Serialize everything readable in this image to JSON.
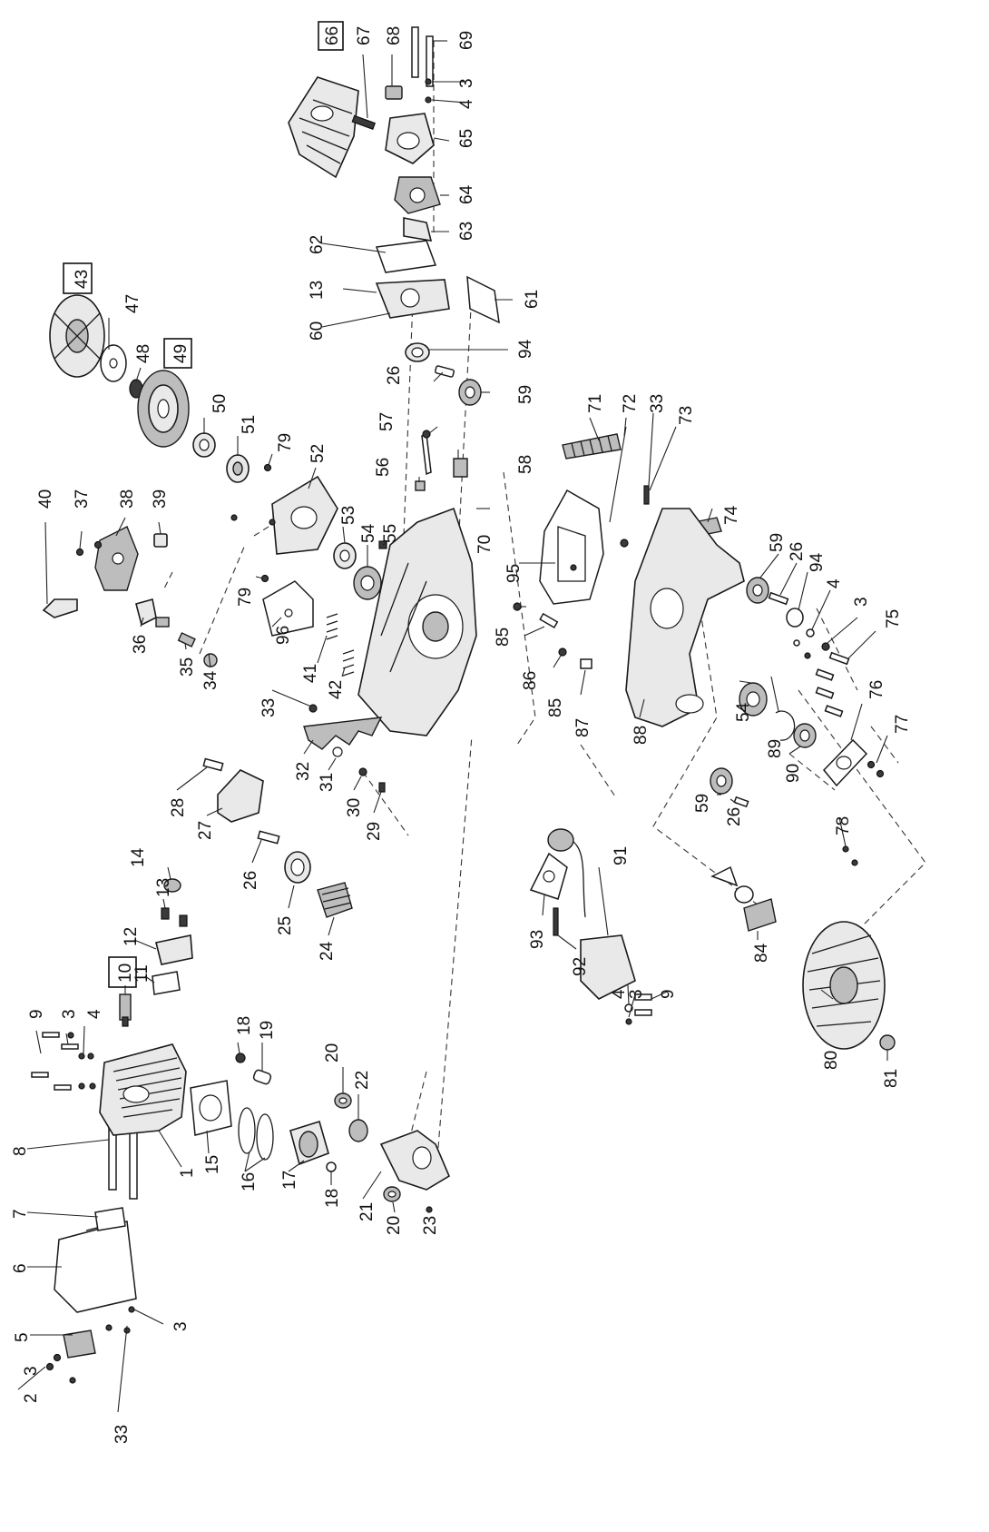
{
  "diagram": {
    "type": "exploded-parts-view",
    "orientation": "rotated-90",
    "callouts": [
      {
        "id": "c2",
        "text": "2",
        "boxed": false
      },
      {
        "id": "c3a",
        "text": "3",
        "boxed": false
      },
      {
        "id": "c33a",
        "text": "33",
        "boxed": false
      },
      {
        "id": "c5",
        "text": "5",
        "boxed": false
      },
      {
        "id": "c3b",
        "text": "3",
        "boxed": false
      },
      {
        "id": "c6",
        "text": "6",
        "boxed": false
      },
      {
        "id": "c1",
        "text": "1",
        "boxed": false
      },
      {
        "id": "c7",
        "text": "7",
        "boxed": false
      },
      {
        "id": "c8",
        "text": "8",
        "boxed": false
      },
      {
        "id": "c9a",
        "text": "9",
        "boxed": false
      },
      {
        "id": "c3c",
        "text": "3",
        "boxed": false
      },
      {
        "id": "c4a",
        "text": "4",
        "boxed": false
      },
      {
        "id": "c10",
        "text": "10",
        "boxed": true
      },
      {
        "id": "c11",
        "text": "11",
        "boxed": false
      },
      {
        "id": "c12",
        "text": "12",
        "boxed": false
      },
      {
        "id": "c13a",
        "text": "13",
        "boxed": false
      },
      {
        "id": "c14",
        "text": "14",
        "boxed": false
      },
      {
        "id": "c15",
        "text": "15",
        "boxed": false
      },
      {
        "id": "c16",
        "text": "16",
        "boxed": false
      },
      {
        "id": "c17",
        "text": "17",
        "boxed": false
      },
      {
        "id": "c18a",
        "text": "18",
        "boxed": false
      },
      {
        "id": "c18b",
        "text": "18",
        "boxed": false
      },
      {
        "id": "c19",
        "text": "19",
        "boxed": false
      },
      {
        "id": "c20a",
        "text": "20",
        "boxed": false
      },
      {
        "id": "c20b",
        "text": "20",
        "boxed": false
      },
      {
        "id": "c21",
        "text": "21",
        "boxed": false
      },
      {
        "id": "c22",
        "text": "22",
        "boxed": false
      },
      {
        "id": "c23",
        "text": "23",
        "boxed": false
      },
      {
        "id": "c24",
        "text": "24",
        "boxed": false
      },
      {
        "id": "c25",
        "text": "25",
        "boxed": false
      },
      {
        "id": "c26a",
        "text": "26",
        "boxed": false
      },
      {
        "id": "c27",
        "text": "27",
        "boxed": false
      },
      {
        "id": "c28",
        "text": "28",
        "boxed": false
      },
      {
        "id": "c29",
        "text": "29",
        "boxed": false
      },
      {
        "id": "c30",
        "text": "30",
        "boxed": false
      },
      {
        "id": "c31",
        "text": "31",
        "boxed": false
      },
      {
        "id": "c32",
        "text": "32",
        "boxed": false
      },
      {
        "id": "c33b",
        "text": "33",
        "boxed": false
      },
      {
        "id": "c34",
        "text": "34",
        "boxed": false
      },
      {
        "id": "c35",
        "text": "35",
        "boxed": false
      },
      {
        "id": "c36",
        "text": "36",
        "boxed": false
      },
      {
        "id": "c37",
        "text": "37",
        "boxed": false
      },
      {
        "id": "c38",
        "text": "38",
        "boxed": false
      },
      {
        "id": "c39",
        "text": "39",
        "boxed": false
      },
      {
        "id": "c40",
        "text": "40",
        "boxed": false
      },
      {
        "id": "c41",
        "text": "41",
        "boxed": false
      },
      {
        "id": "c42",
        "text": "42",
        "boxed": false
      },
      {
        "id": "c43",
        "text": "43",
        "boxed": true
      },
      {
        "id": "c47",
        "text": "47",
        "boxed": false
      },
      {
        "id": "c48",
        "text": "48",
        "boxed": false
      },
      {
        "id": "c49",
        "text": "49",
        "boxed": true
      },
      {
        "id": "c50",
        "text": "50",
        "boxed": false
      },
      {
        "id": "c51",
        "text": "51",
        "boxed": false
      },
      {
        "id": "c52",
        "text": "52",
        "boxed": false
      },
      {
        "id": "c53",
        "text": "53",
        "boxed": false
      },
      {
        "id": "c54a",
        "text": "54",
        "boxed": false
      },
      {
        "id": "c55",
        "text": "55",
        "boxed": false
      },
      {
        "id": "c56",
        "text": "56",
        "boxed": false
      },
      {
        "id": "c57",
        "text": "57",
        "boxed": false
      },
      {
        "id": "c58",
        "text": "58",
        "boxed": false
      },
      {
        "id": "c79a",
        "text": "79",
        "boxed": false
      },
      {
        "id": "c79b",
        "text": "79",
        "boxed": false
      },
      {
        "id": "c96",
        "text": "96",
        "boxed": false
      },
      {
        "id": "c26b",
        "text": "26",
        "boxed": false
      },
      {
        "id": "c59a",
        "text": "59",
        "boxed": false
      },
      {
        "id": "c60",
        "text": "60",
        "boxed": false
      },
      {
        "id": "c13b",
        "text": "13",
        "boxed": false
      },
      {
        "id": "c61",
        "text": "61",
        "boxed": false
      },
      {
        "id": "c94a",
        "text": "94",
        "boxed": false
      },
      {
        "id": "c62",
        "text": "62",
        "boxed": false
      },
      {
        "id": "c63",
        "text": "63",
        "boxed": false
      },
      {
        "id": "c64",
        "text": "64",
        "boxed": false
      },
      {
        "id": "c65",
        "text": "65",
        "boxed": false
      },
      {
        "id": "c66",
        "text": "66",
        "boxed": true
      },
      {
        "id": "c67",
        "text": "67",
        "boxed": false
      },
      {
        "id": "c68",
        "text": "68",
        "boxed": false
      },
      {
        "id": "c69",
        "text": "69",
        "boxed": false
      },
      {
        "id": "c3d",
        "text": "3",
        "boxed": false
      },
      {
        "id": "c4b",
        "text": "4",
        "boxed": false
      },
      {
        "id": "c70",
        "text": "70",
        "boxed": false
      },
      {
        "id": "c71",
        "text": "71",
        "boxed": false
      },
      {
        "id": "c72",
        "text": "72",
        "boxed": false
      },
      {
        "id": "c33c",
        "text": "33",
        "boxed": false
      },
      {
        "id": "c73",
        "text": "73",
        "boxed": false
      },
      {
        "id": "c74",
        "text": "74",
        "boxed": false
      },
      {
        "id": "c95",
        "text": "95",
        "boxed": false
      },
      {
        "id": "c85a",
        "text": "85",
        "boxed": false
      },
      {
        "id": "c85b",
        "text": "85",
        "boxed": false
      },
      {
        "id": "c86",
        "text": "86",
        "boxed": false
      },
      {
        "id": "c87",
        "text": "87",
        "boxed": false
      },
      {
        "id": "c88",
        "text": "88",
        "boxed": false
      },
      {
        "id": "c59b",
        "text": "59",
        "boxed": false
      },
      {
        "id": "c26c",
        "text": "26",
        "boxed": false
      },
      {
        "id": "c94b",
        "text": "94",
        "boxed": false
      },
      {
        "id": "c4c",
        "text": "4",
        "boxed": false
      },
      {
        "id": "c3e",
        "text": "3",
        "boxed": false
      },
      {
        "id": "c75",
        "text": "75",
        "boxed": false
      },
      {
        "id": "c54b",
        "text": "54",
        "boxed": false
      },
      {
        "id": "c89",
        "text": "89",
        "boxed": false
      },
      {
        "id": "c90",
        "text": "90",
        "boxed": false
      },
      {
        "id": "c76",
        "text": "76",
        "boxed": false
      },
      {
        "id": "c77",
        "text": "77",
        "boxed": false
      },
      {
        "id": "c59c",
        "text": "59",
        "boxed": false
      },
      {
        "id": "c26d",
        "text": "26",
        "boxed": false
      },
      {
        "id": "c78",
        "text": "78",
        "boxed": false
      },
      {
        "id": "c91",
        "text": "91",
        "boxed": false
      },
      {
        "id": "c93",
        "text": "93",
        "boxed": false
      },
      {
        "id": "c92",
        "text": "92",
        "boxed": false
      },
      {
        "id": "c4d",
        "text": "4",
        "boxed": false
      },
      {
        "id": "c3f",
        "text": "3",
        "boxed": false
      },
      {
        "id": "c9b",
        "text": "9",
        "boxed": false
      },
      {
        "id": "c84",
        "text": "84",
        "boxed": false
      },
      {
        "id": "c80",
        "text": "80",
        "boxed": false
      },
      {
        "id": "c81",
        "text": "81",
        "boxed": false
      }
    ]
  }
}
